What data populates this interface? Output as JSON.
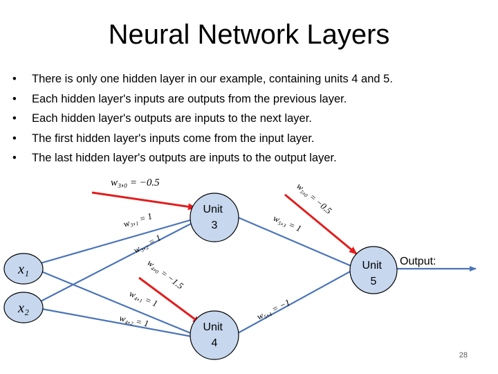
{
  "title": "Neural Network Layers",
  "bullets": [
    "There is only one hidden layer in our example, containing units 4 and 5.",
    "Each hidden layer's inputs are outputs from the previous layer.",
    "Each hidden layer's outputs are inputs to the next layer.",
    "The first hidden layer's inputs come from the input layer.",
    "The last hidden layer's outputs are inputs to the output layer."
  ],
  "diagram": {
    "inputs": {
      "x1": "x₁",
      "x2": "x₂"
    },
    "units": {
      "unit3": [
        "Unit",
        "3"
      ],
      "unit4": [
        "Unit",
        "4"
      ],
      "unit5": [
        "Unit",
        "5"
      ]
    },
    "output_label": "Output:",
    "weights": {
      "w30": "w₃,₀ = −0.5",
      "w31": "w₃,₁ = 1",
      "w32": "w₃,₂ = 1",
      "w40": "w₄,₀ = −1.5",
      "w41": "w₄,₁ = 1",
      "w42": "w₄,₂ = 1",
      "w50": "w₅,₀ = −0.5",
      "w53": "w₅,₃ = 1",
      "w54": "w₅,₄ = −1"
    }
  },
  "colors": {
    "node_fill": "#c6d7ee",
    "edge": "#4a74b8",
    "bias_edge": "#e21d1d"
  },
  "page_number": "28"
}
